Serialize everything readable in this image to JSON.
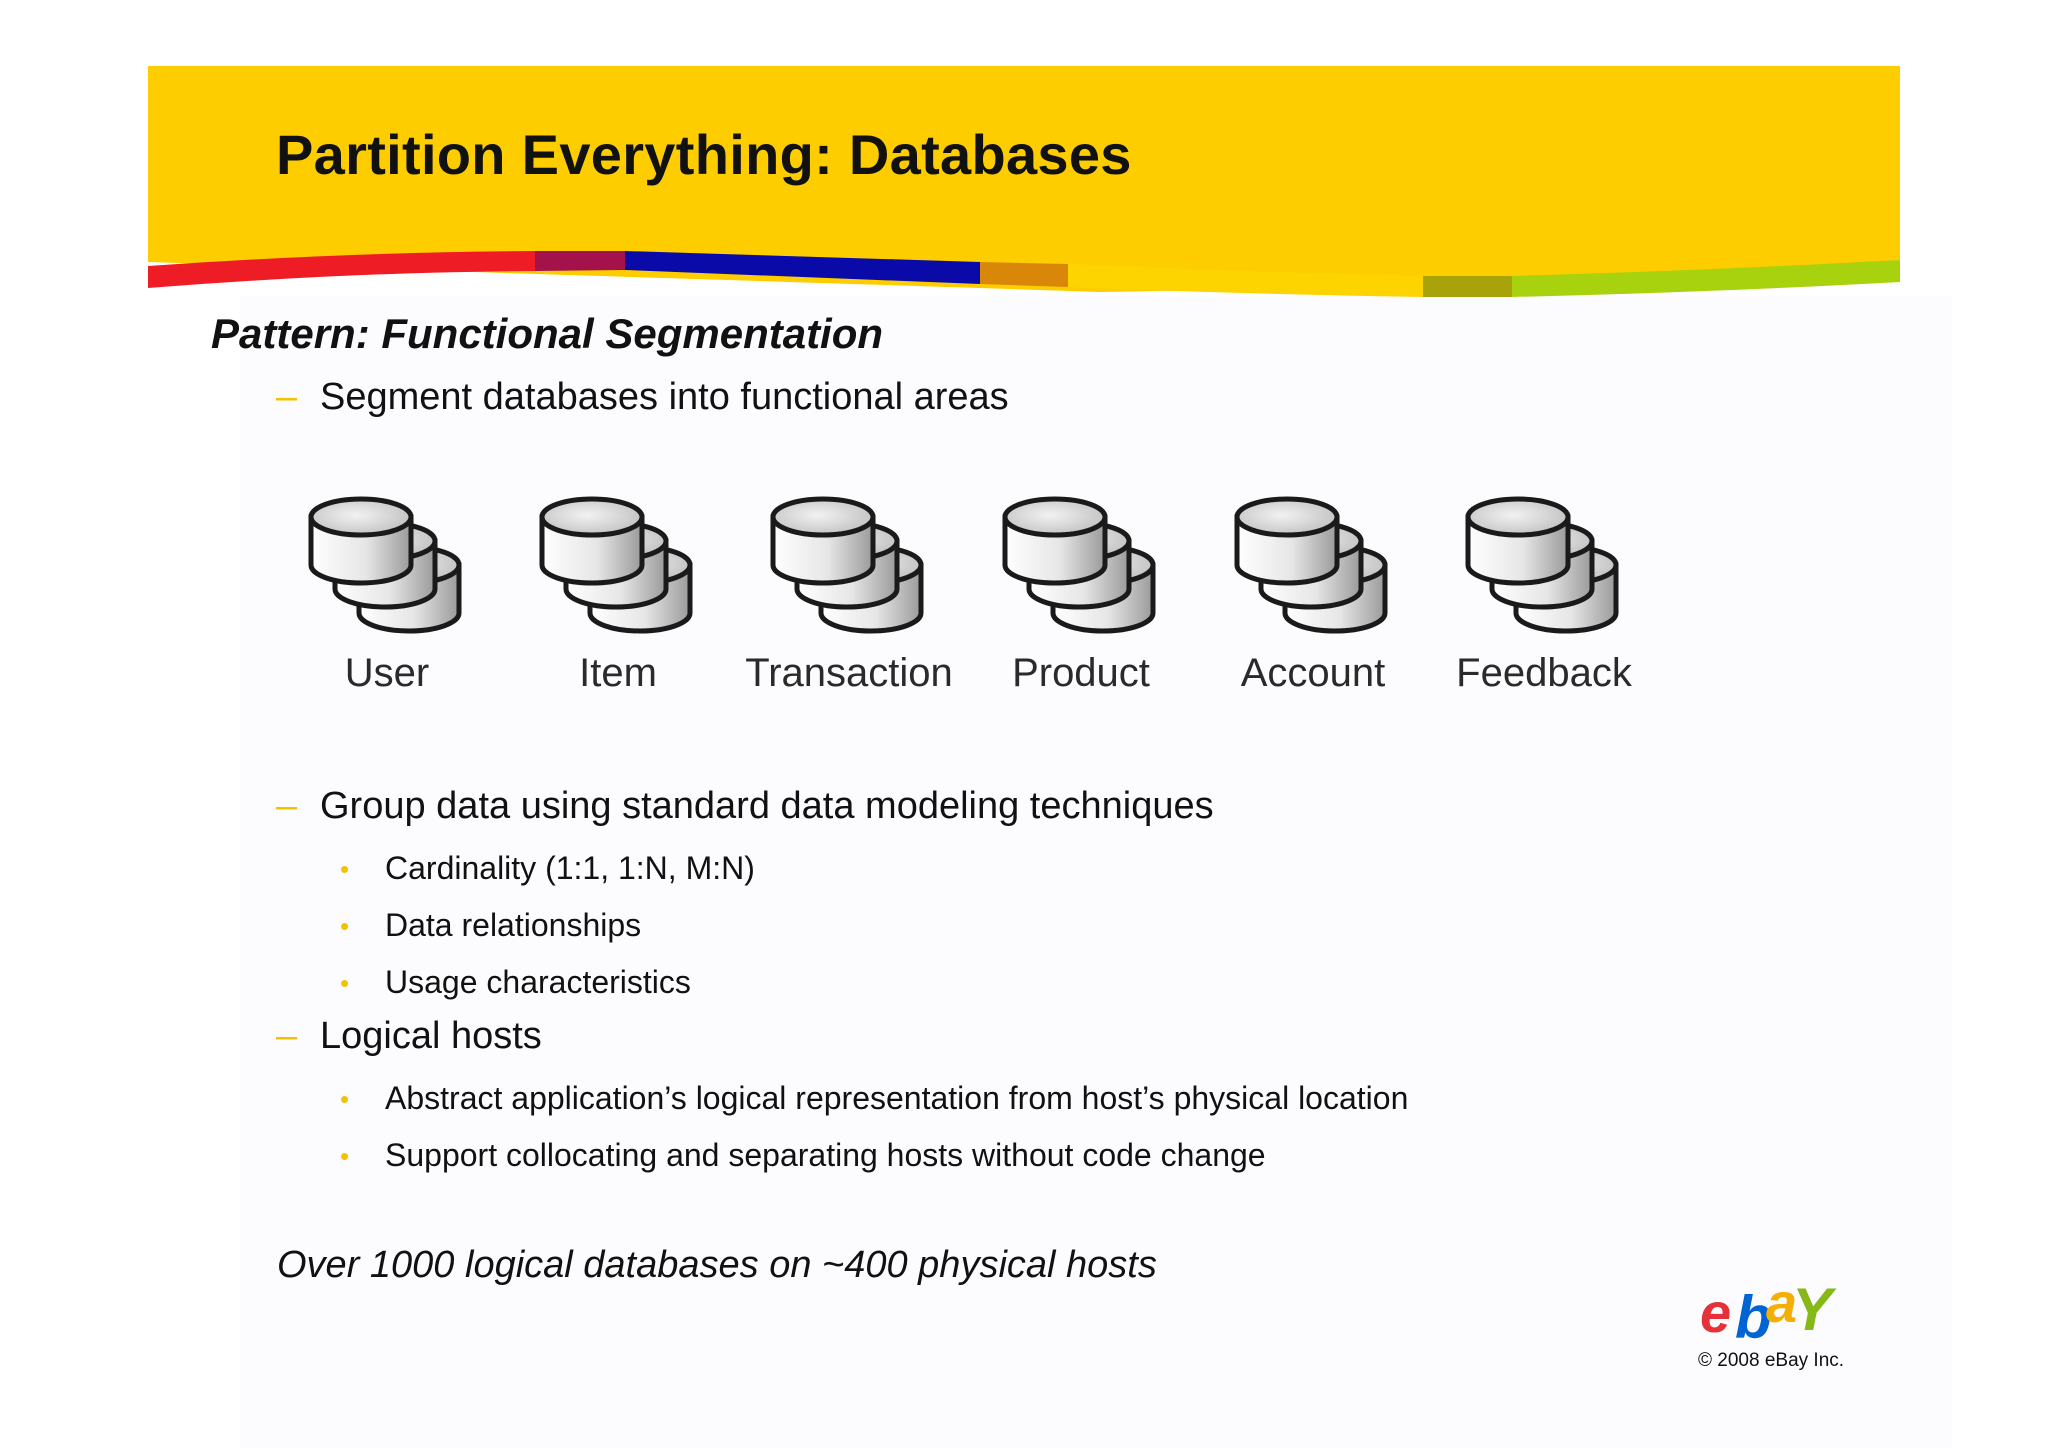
{
  "slide": {
    "title": "Partition Everything:  Databases",
    "pattern_heading": "Pattern:  Functional Segmentation",
    "bullets": [
      {
        "text": "Segment databases into functional areas",
        "sub": []
      },
      {
        "text": "Group data using standard data modeling techniques",
        "sub": [
          "Cardinality (1:1, 1:N, M:N)",
          "Data relationships",
          "Usage characteristics"
        ]
      },
      {
        "text": "Logical hosts",
        "sub": [
          "Abstract application’s logical representation from host’s physical location",
          "Support collocating and separating hosts without code change"
        ]
      }
    ],
    "dash_symbol": "–",
    "bullet_symbol": "•",
    "summary": "Over 1000 logical databases on ~400 physical hosts"
  },
  "diagram": {
    "icon": "database-stack-icon",
    "databases": [
      "User",
      "Item",
      "Transaction",
      "Product",
      "Account",
      "Feedback"
    ]
  },
  "footer": {
    "logo_text": [
      "e",
      "b",
      "a",
      "Y"
    ],
    "logo_colors": [
      "#e53238",
      "#0064d2",
      "#f5af02",
      "#86b817"
    ],
    "copyright": "© 2008 eBay Inc."
  },
  "colors": {
    "header_yellow": "#fdcd00",
    "stripe_red": "#ee1c25",
    "stripe_magenta": "#a3124a",
    "stripe_blue": "#0a0aa8",
    "stripe_orange": "#d88708",
    "stripe_olive": "#a8a30a",
    "stripe_green": "#a8d10e",
    "bullet_accent": "#f2c200"
  }
}
